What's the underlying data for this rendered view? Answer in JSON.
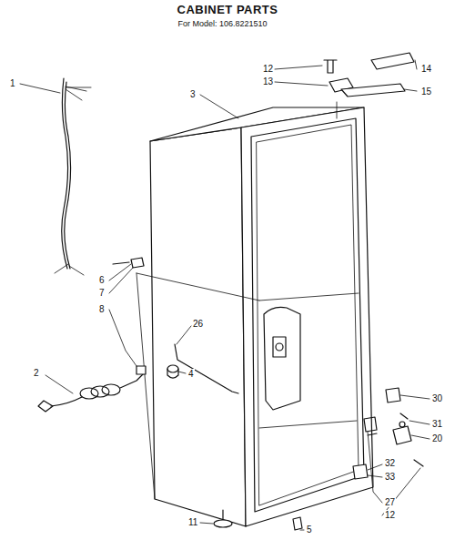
{
  "diagram": {
    "title": "CABINET PARTS",
    "labels": [
      "For Model: 106.8221510",
      "12",
      "13",
      "14",
      "15",
      "1",
      "3",
      "6",
      "7",
      "8",
      "26",
      "4",
      "2",
      "30",
      "31",
      "20",
      "32",
      "33",
      "27",
      "12",
      "11",
      "5"
    ]
  }
}
